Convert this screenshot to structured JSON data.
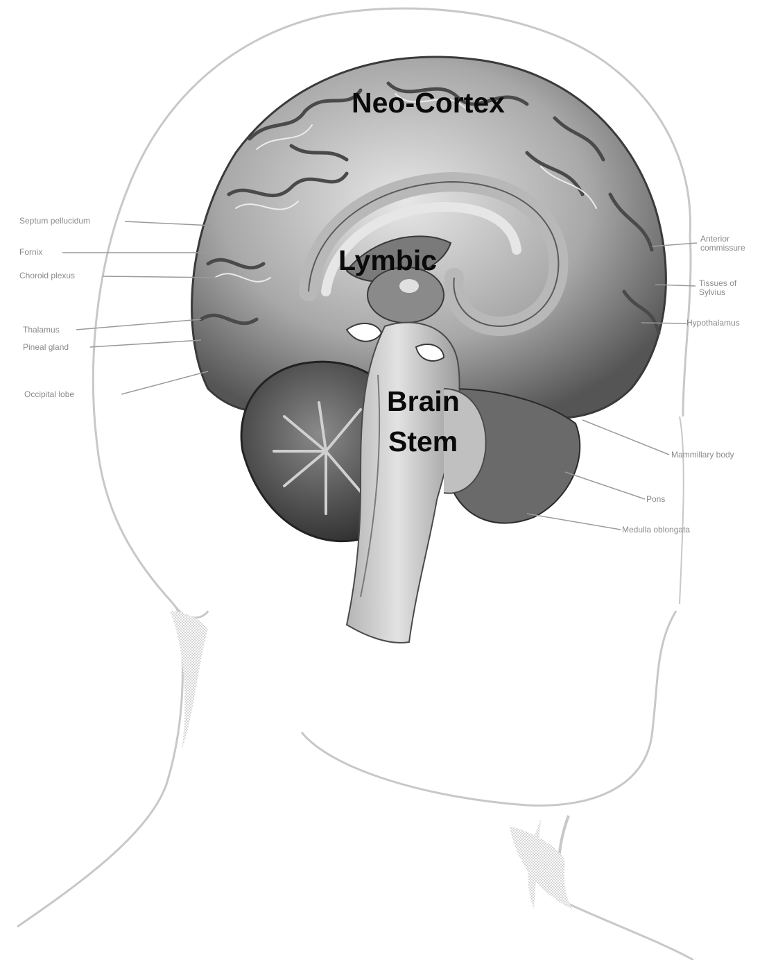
{
  "region_labels": {
    "neocortex": "Neo-Cortex",
    "limbic": "Lymbic",
    "brainstem_line1": "Brain",
    "brainstem_line2": "Stem"
  },
  "callouts": {
    "left": [
      "Septum pellucidum",
      "Fornix",
      "Choroid plexus",
      "Thalamus",
      "Pineal gland",
      "Occipital lobe"
    ],
    "right": [
      "Anterior commissure",
      "Tissues of Sylvius",
      "Hypothalamus",
      "Mammillary body",
      "Pons",
      "Medulla oblongata"
    ]
  },
  "colors": {
    "outline": "#c8c8c8",
    "brain_light": "#d9d9d9",
    "brain_mid": "#9a9a9a",
    "brain_dark": "#3a3a3a",
    "label_text": "#0a0a0a",
    "callout_text": "#8a8a8a"
  }
}
